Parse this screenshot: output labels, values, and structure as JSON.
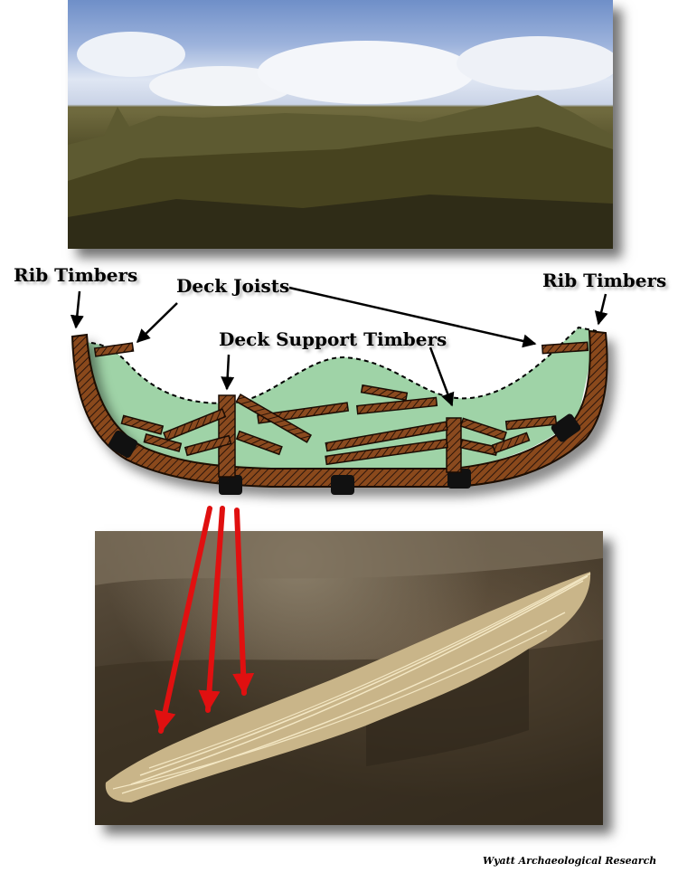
{
  "labels": {
    "rib_left": "Rib Timbers",
    "rib_right": "Rib Timbers",
    "deck_joists": "Deck Joists",
    "deck_support": "Deck Support Timbers"
  },
  "credit": "Wyatt Archaeological Research",
  "colors": {
    "hull_fill": "#9fd3a7",
    "timber": "#8a4a1f",
    "arrow_red": "#e01010"
  }
}
